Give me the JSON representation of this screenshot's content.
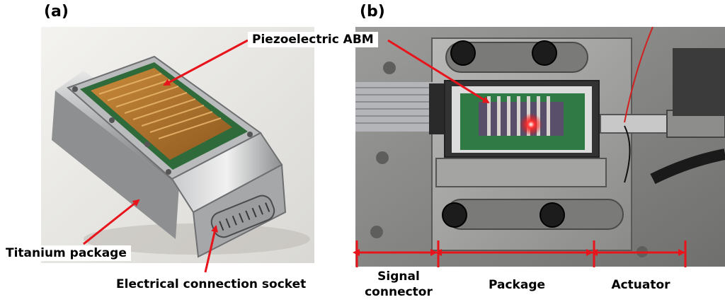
{
  "figure": {
    "panel_a": {
      "letter": "(a)"
    },
    "panel_b": {
      "letter": "(b)"
    },
    "labels": {
      "piezoelectric_abm": "Piezoelectric ABM",
      "titanium_package": "Titanium package",
      "electrical_socket": "Electrical connection socket",
      "signal_connector_line1": "Signal",
      "signal_connector_line2": "connector",
      "package": "Package",
      "actuator": "Actuator"
    },
    "colors": {
      "annotation": "#e8141c",
      "text": "#000000",
      "background": "#ffffff"
    }
  }
}
